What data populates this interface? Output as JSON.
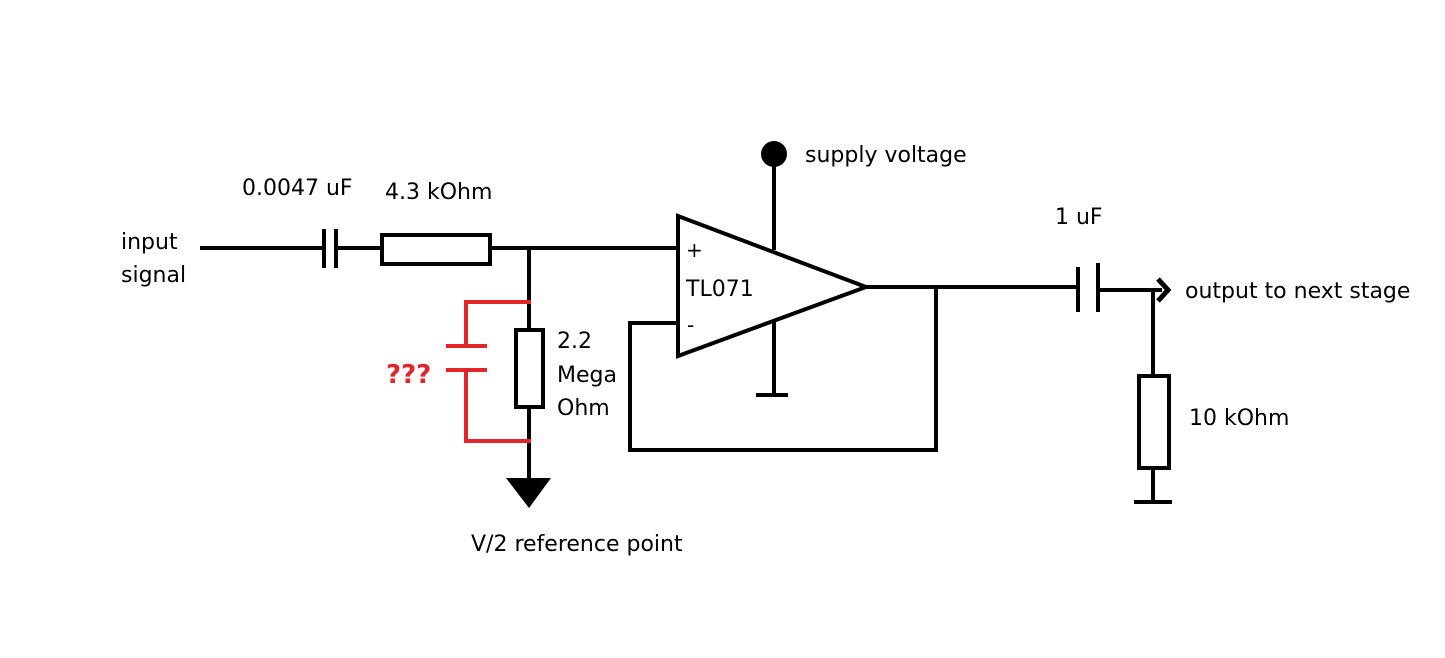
{
  "labels": {
    "input_line1": "input",
    "input_line2": "signal",
    "input_cap": "0.0047 uF",
    "input_res": "4.3 kOhm",
    "supply": "supply voltage",
    "opamp": "TL071",
    "plus_pin": "+",
    "minus_pin": "-",
    "shunt_res_line1": "2.2",
    "shunt_res_line2": "Mega",
    "shunt_res_line3": "Ohm",
    "unknown_cap": "???",
    "reference": "V/2 reference point",
    "output_cap": "1 uF",
    "output": "output to next stage",
    "load_res": "10 kOhm"
  },
  "colors": {
    "wire": "#000000",
    "highlight": "#e0262b",
    "background": "#ffffff"
  }
}
